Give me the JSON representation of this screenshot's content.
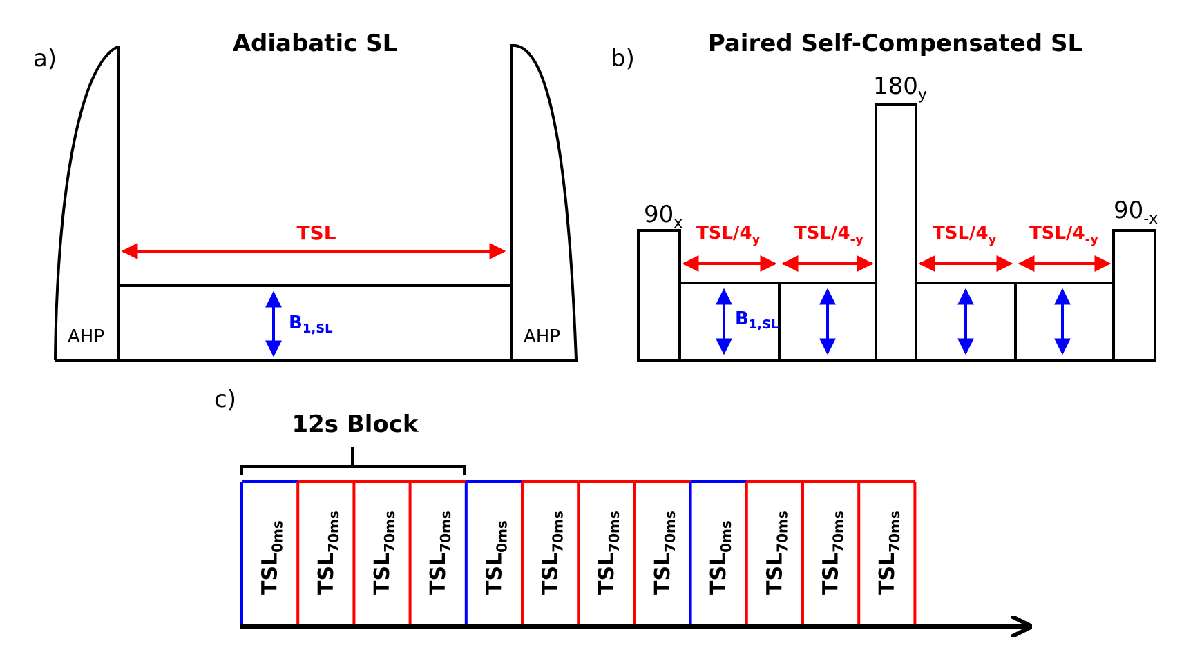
{
  "panel_a": {
    "letter": "a)",
    "title": "Adiabatic SL",
    "left_pulse_label": "AHP",
    "right_pulse_label": "AHP",
    "tsl_label": "TSL",
    "b1_main": "B",
    "b1_sub": "1,SL"
  },
  "panel_b": {
    "letter": "b)",
    "title": "Paired Self-Compensated SL",
    "pulse_90x_main": "90",
    "pulse_90x_sub": "x",
    "pulse_180y_main": "180",
    "pulse_180y_sub": "y",
    "pulse_90mx_main": "90",
    "pulse_90mx_sub": "-x",
    "segments": [
      {
        "main": "TSL/4",
        "sub": "y"
      },
      {
        "main": "TSL/4",
        "sub": "-y"
      },
      {
        "main": "TSL/4",
        "sub": "y"
      },
      {
        "main": "TSL/4",
        "sub": "-y"
      }
    ],
    "b1_main": "B",
    "b1_sub": "1,SL"
  },
  "panel_c": {
    "letter": "c)",
    "block_label": "12s Block",
    "blocks": [
      {
        "main": "TSL",
        "sub": "0ms",
        "color": "#0000ff"
      },
      {
        "main": "TSL",
        "sub": "70ms",
        "color": "#ff0000"
      },
      {
        "main": "TSL",
        "sub": "70ms",
        "color": "#ff0000"
      },
      {
        "main": "TSL",
        "sub": "70ms",
        "color": "#ff0000"
      },
      {
        "main": "TSL",
        "sub": "0ms",
        "color": "#0000ff"
      },
      {
        "main": "TSL",
        "sub": "70ms",
        "color": "#ff0000"
      },
      {
        "main": "TSL",
        "sub": "70ms",
        "color": "#ff0000"
      },
      {
        "main": "TSL",
        "sub": "70ms",
        "color": "#ff0000"
      },
      {
        "main": "TSL",
        "sub": "0ms",
        "color": "#0000ff"
      },
      {
        "main": "TSL",
        "sub": "70ms",
        "color": "#ff0000"
      },
      {
        "main": "TSL",
        "sub": "70ms",
        "color": "#ff0000"
      },
      {
        "main": "TSL",
        "sub": "70ms",
        "color": "#ff0000"
      }
    ]
  },
  "colors": {
    "red": "#ff0000",
    "blue": "#0000ff",
    "black": "#000000"
  }
}
